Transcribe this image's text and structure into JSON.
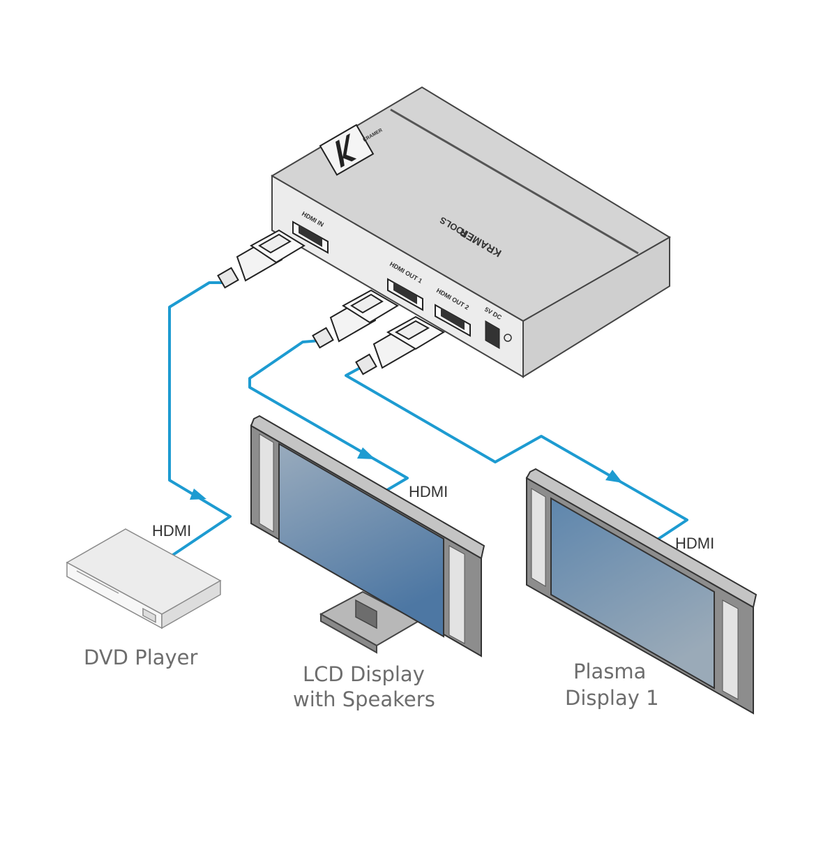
{
  "colors": {
    "cable": "#1d9bd1",
    "device_body": "#e7e7e7",
    "device_top": "#d2d2d2",
    "screen_top": "#8ea2b5",
    "screen_bottom": "#4f79a4",
    "label_gray": "#6d6d6d"
  },
  "device": {
    "brand_line1": "KRAMER",
    "brand_line2": "TOOLS",
    "logo_text": "KRAMER",
    "ports": {
      "hdmi_in": "HDMI IN",
      "hdmi_out1": "HDMI OUT 1",
      "hdmi_out2": "HDMI OUT 2",
      "power": "5V DC"
    }
  },
  "cables": {
    "dvd": "HDMI",
    "lcd": "HDMI",
    "plasma": "HDMI"
  },
  "devices": {
    "dvd_player": "DVD Player",
    "lcd_line1": "LCD Display",
    "lcd_line2": "with Speakers",
    "plasma_line1": "Plasma",
    "plasma_line2": "Display 1"
  }
}
